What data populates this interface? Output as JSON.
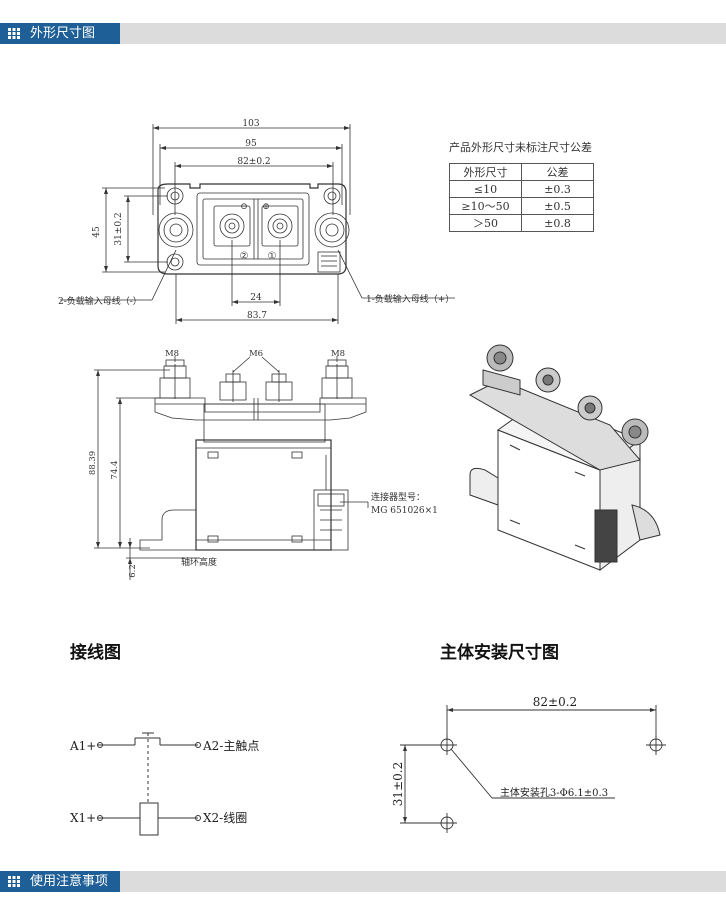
{
  "headers": {
    "top": "外形尺寸图",
    "bottom": "使用注意事项"
  },
  "dims": {
    "w103": "103",
    "w95": "95",
    "w82": "82±0.2",
    "h45": "45",
    "h31": "31±0.2",
    "w24": "24",
    "w83": "83.7",
    "m8a": "M8",
    "m6": "M6",
    "m8b": "M8",
    "h88": "88.39",
    "h74": "74.4",
    "h62": "6.2"
  },
  "callouts": {
    "neg": "2-负载输入母线（-）",
    "pos": "1-负载输入母线（+）",
    "connector_l1": "连接器型号：",
    "connector_l2": "MG 651026×1",
    "ring": "轴环高度"
  },
  "terminals": {
    "t2": "②",
    "t1": "①",
    "minus": "⊖",
    "plus": "⊕"
  },
  "tolerance": {
    "title": "产品外形尺寸未标注尺寸公差",
    "header": [
      "外形尺寸",
      "公差"
    ],
    "rows": [
      [
        "≤10",
        "±0.3"
      ],
      [
        "≥10～50",
        "±0.5"
      ],
      [
        "＞50",
        "±0.8"
      ]
    ]
  },
  "wiring": {
    "title": "接线图",
    "a1": "A1+",
    "a2": "A2-主触点",
    "x1": "X1+",
    "x2": "X2-线圈"
  },
  "mounting": {
    "title": "主体安装尺寸图",
    "dim82": "82±0.2",
    "dim31": "31±0.2",
    "hole": "主体安装孔3-Φ6.1±0.3"
  }
}
